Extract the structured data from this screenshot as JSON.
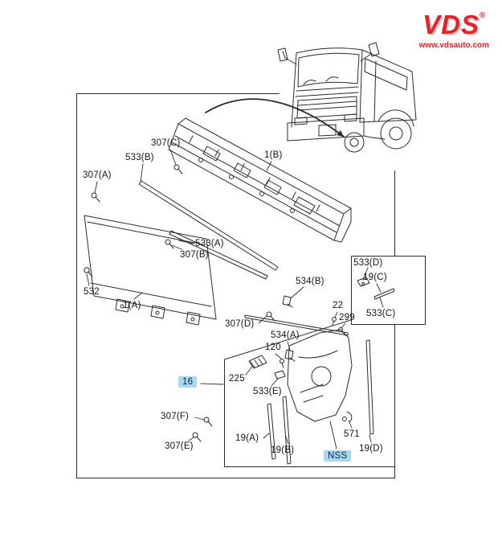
{
  "brand": {
    "name": "VDS",
    "registered": "®",
    "website": "www.vdsauto.com",
    "brand_color": "#e2242a"
  },
  "diagram": {
    "highlight_color": "#abd7f0",
    "line_color": "#2b2b2b",
    "labels": [
      {
        "id": "307(C)",
        "text": "307(C)",
        "highlighted": false
      },
      {
        "id": "533(B)",
        "text": "533(B)",
        "highlighted": false
      },
      {
        "id": "1(B)",
        "text": "1(B)",
        "highlighted": false
      },
      {
        "id": "307(A)",
        "text": "307(A)",
        "highlighted": false
      },
      {
        "id": "533(A)",
        "text": "533(A)",
        "highlighted": false
      },
      {
        "id": "307(B)",
        "text": "307(B)",
        "highlighted": false
      },
      {
        "id": "532",
        "text": "532",
        "highlighted": false
      },
      {
        "id": "1(A)",
        "text": "1(A)",
        "highlighted": false
      },
      {
        "id": "534(B)",
        "text": "534(B)",
        "highlighted": false
      },
      {
        "id": "307(D)",
        "text": "307(D)",
        "highlighted": false
      },
      {
        "id": "533(D)",
        "text": "533(D)",
        "highlighted": false
      },
      {
        "id": "19(C)",
        "text": "19(C)",
        "highlighted": false
      },
      {
        "id": "533(C)",
        "text": "533(C)",
        "highlighted": false
      },
      {
        "id": "22",
        "text": "22",
        "highlighted": false
      },
      {
        "id": "299",
        "text": "299",
        "highlighted": false
      },
      {
        "id": "534(A)",
        "text": "534(A)",
        "highlighted": false
      },
      {
        "id": "120",
        "text": "120",
        "highlighted": false
      },
      {
        "id": "225",
        "text": "225",
        "highlighted": false
      },
      {
        "id": "533(E)",
        "text": "533(E)",
        "highlighted": false
      },
      {
        "id": "16",
        "text": "16",
        "highlighted": true
      },
      {
        "id": "307(F)",
        "text": "307(F)",
        "highlighted": false
      },
      {
        "id": "307(E)",
        "text": "307(E)",
        "highlighted": false
      },
      {
        "id": "19(A)",
        "text": "19(A)",
        "highlighted": false
      },
      {
        "id": "19(B)",
        "text": "19(B)",
        "highlighted": false
      },
      {
        "id": "NSS",
        "text": "NSS",
        "highlighted": true
      },
      {
        "id": "571",
        "text": "571",
        "highlighted": false
      },
      {
        "id": "19(D)",
        "text": "19(D)",
        "highlighted": false
      }
    ]
  }
}
